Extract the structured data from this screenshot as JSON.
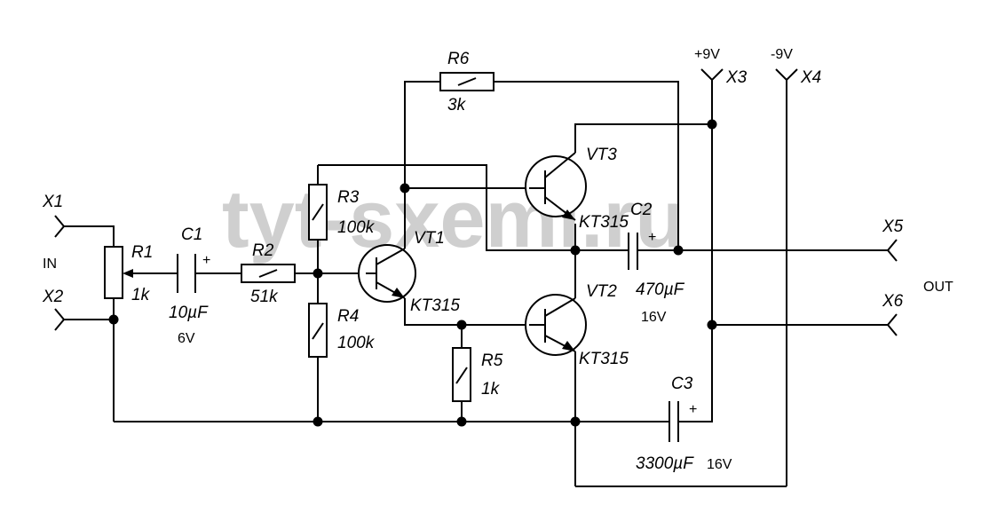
{
  "watermark": "tyt-sxemi.ru",
  "connectors": {
    "x1": "X1",
    "x2": "X2",
    "x3": "X3",
    "x4": "X4",
    "x5": "X5",
    "x6": "X6",
    "in_label": "IN",
    "out_label": "OUT",
    "pos_supply": "+9V",
    "neg_supply": "-9V"
  },
  "resistors": [
    {
      "ref": "R1",
      "value": "1k"
    },
    {
      "ref": "R2",
      "value": "51k"
    },
    {
      "ref": "R3",
      "value": "100k"
    },
    {
      "ref": "R4",
      "value": "100k"
    },
    {
      "ref": "R5",
      "value": "1k"
    },
    {
      "ref": "R6",
      "value": "3k"
    }
  ],
  "capacitors": [
    {
      "ref": "C1",
      "value": "10µF",
      "voltage": "6V"
    },
    {
      "ref": "C2",
      "value": "470µF",
      "voltage": "16V"
    },
    {
      "ref": "C3",
      "value": "3300µF",
      "voltage": "16V"
    }
  ],
  "transistors": [
    {
      "ref": "VT1",
      "type": "KT315"
    },
    {
      "ref": "VT2",
      "type": "KT315"
    },
    {
      "ref": "VT3",
      "type": "KT315"
    }
  ],
  "polarity_mark": "+"
}
